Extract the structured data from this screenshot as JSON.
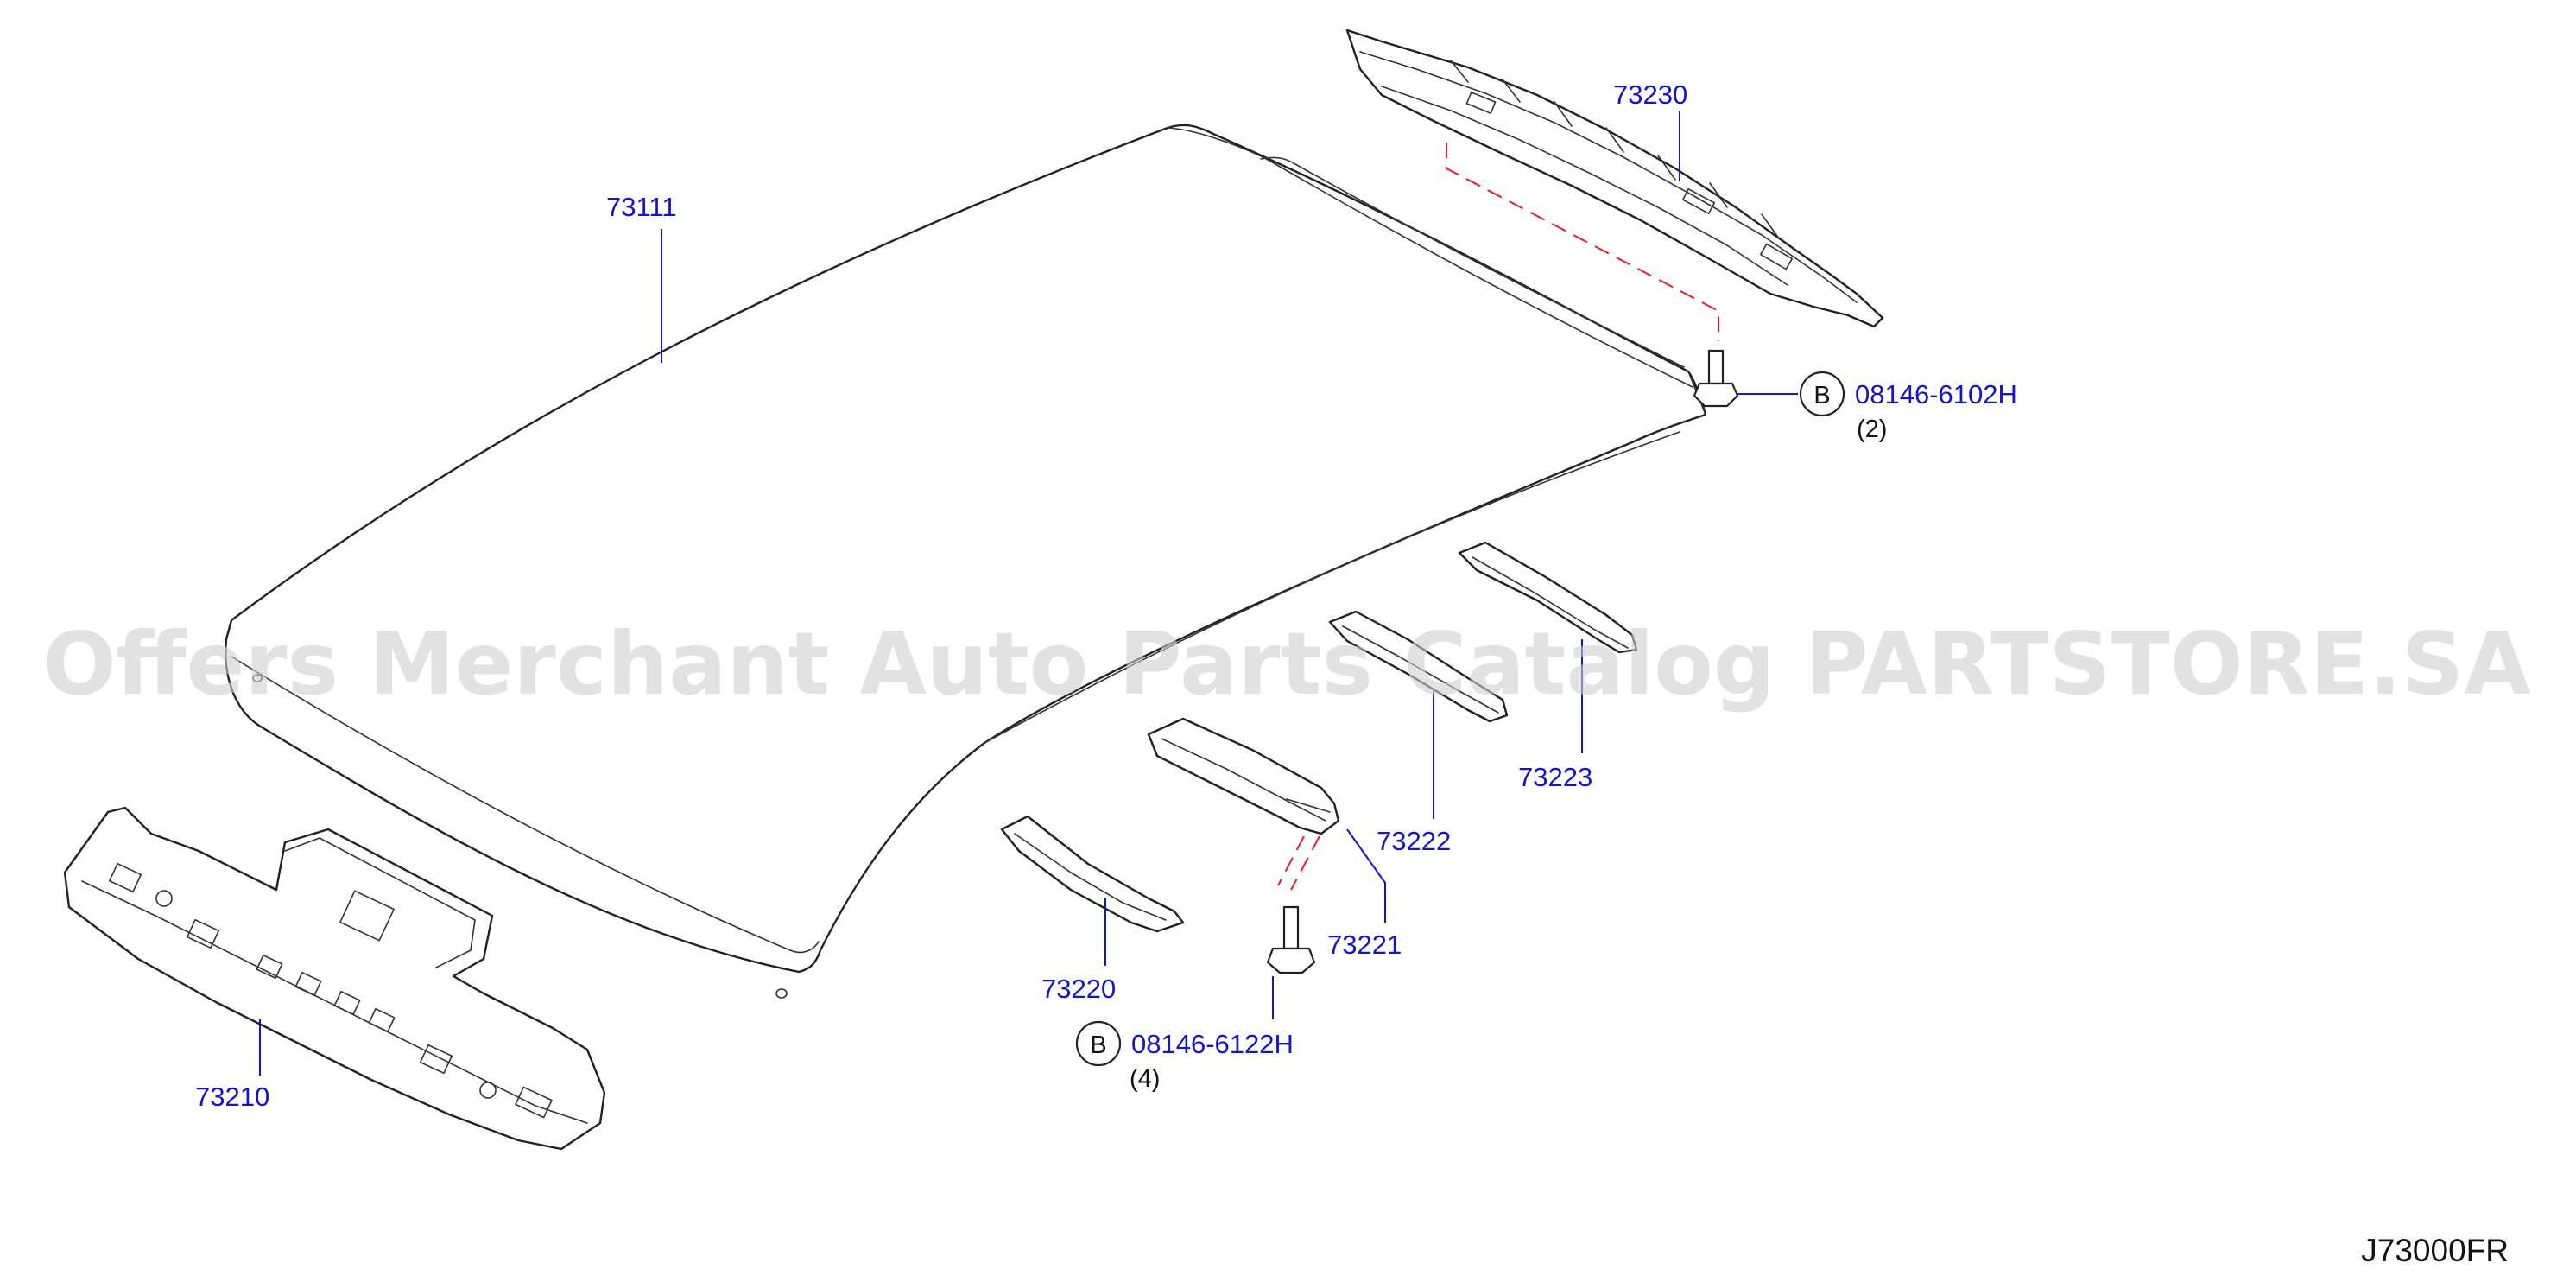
{
  "watermark": "Offers Merchant Auto Parts Catalog PARTSTORE.SA",
  "diagram_code": "J73000FR",
  "colors": {
    "part_number": "#1414c8",
    "dashed_line": "#e0202a",
    "outline": "#222222",
    "watermark": "#cfcfcf"
  },
  "parts": {
    "roof_panel": "73111",
    "rail_front": "73210",
    "rail_rear": "73230",
    "bow_1": "73220",
    "bow_2": "73221",
    "bow_3": "73222",
    "bow_4": "73223"
  },
  "fasteners": {
    "upper": {
      "symbol": "B",
      "part": "08146-6102H",
      "qty": "(2)"
    },
    "lower": {
      "symbol": "B",
      "part": "08146-6122H",
      "qty": "(4)"
    }
  }
}
